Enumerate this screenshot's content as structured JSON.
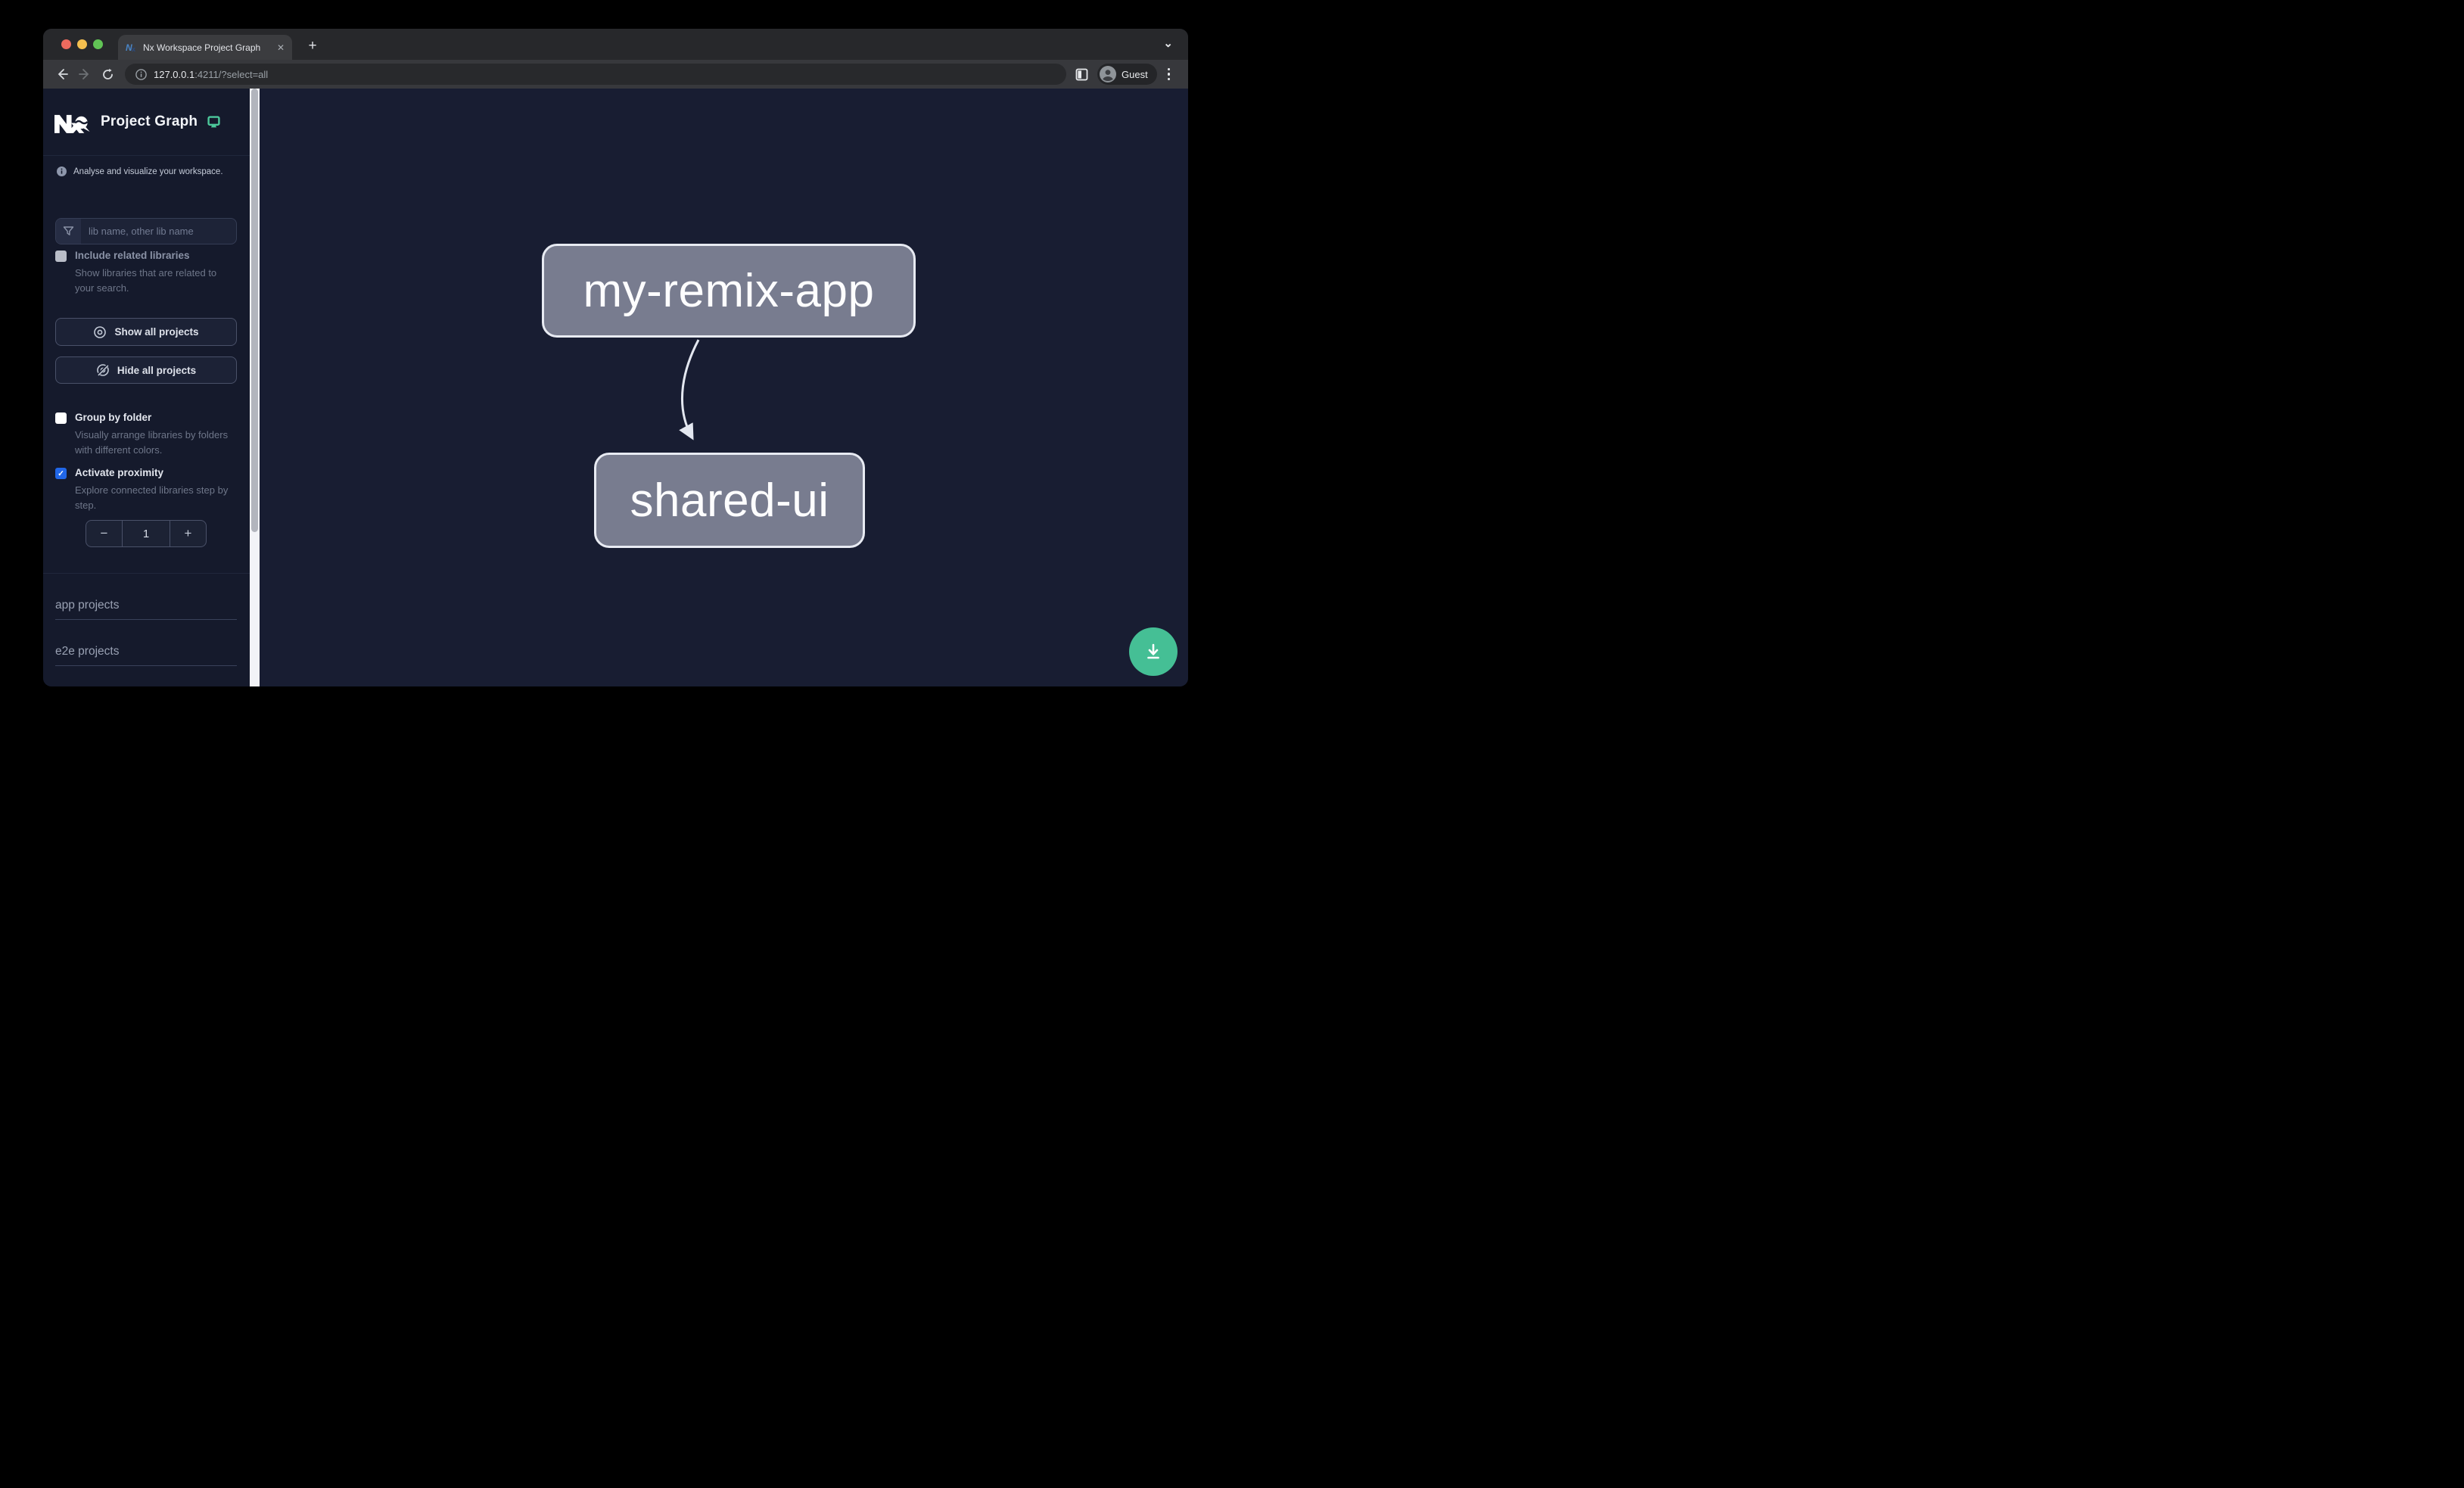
{
  "browser": {
    "tab_title": "Nx Workspace Project Graph",
    "close_label": "✕",
    "new_tab_label": "+",
    "tab_chevron": "⌄",
    "url_host": "127.0.0.1",
    "url_path": ":4211/?select=all",
    "profile_label": "Guest"
  },
  "header": {
    "app_title": "Project Graph"
  },
  "sidebar": {
    "tagline": "Analyse and visualize your workspace.",
    "filter": {
      "placeholder": "lib name, other lib name"
    },
    "toggles": [
      {
        "label": "Include related libraries",
        "description": "Show libraries that are related to your search.",
        "checked": false
      },
      {
        "label": "Group by folder",
        "description": "Visually arrange libraries by folders with different colors.",
        "checked": false
      },
      {
        "label": "Activate proximity",
        "description": "Explore connected libraries step by step.",
        "checked": true
      }
    ],
    "check_glyph": "✓",
    "actions": [
      {
        "label": "Show all projects",
        "icon": "eye-icon"
      },
      {
        "label": "Hide all projects",
        "icon": "eye-off-icon"
      }
    ],
    "proximity_stepper": {
      "decrement": "−",
      "value": "1",
      "increment": "+"
    },
    "sections": [
      {
        "label": "app projects"
      },
      {
        "label": "e2e projects"
      }
    ]
  },
  "graph": {
    "nodes": [
      {
        "label": "my-remix-app"
      },
      {
        "label": "shared-ui"
      }
    ],
    "edges": [
      {
        "from": "my-remix-app",
        "to": "shared-ui"
      }
    ]
  },
  "colors": {
    "accent_green": "#45bf95",
    "checkbox_blue": "#2167e8",
    "node_fill": "#787c8f",
    "node_border": "#e8ebf3",
    "canvas_bg": "#181d32",
    "sidebar_bg": "#151a2c"
  }
}
